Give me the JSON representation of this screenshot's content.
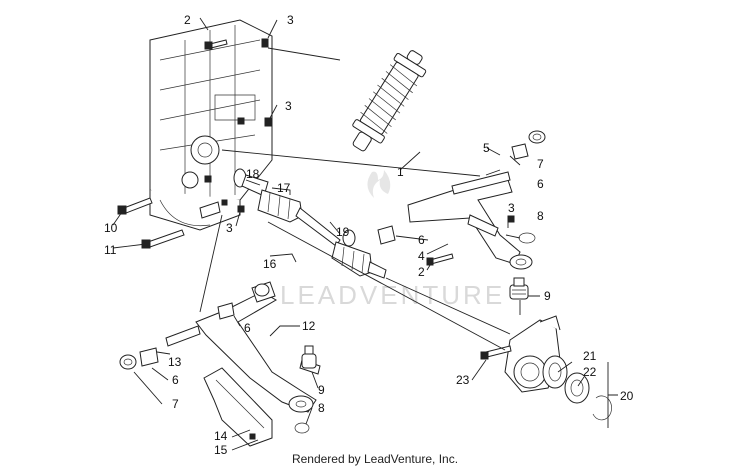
{
  "callouts": {
    "c1": "1",
    "c2a": "2",
    "c2b": "2",
    "c3a": "3",
    "c3b": "3",
    "c3c": "3",
    "c3d": "3",
    "c4": "4",
    "c5": "5",
    "c6a": "6",
    "c6b": "6",
    "c6c": "6",
    "c6d": "6",
    "c7a": "7",
    "c7b": "7",
    "c8a": "8",
    "c8b": "8",
    "c9a": "9",
    "c9b": "9",
    "c10": "10",
    "c11": "11",
    "c12": "12",
    "c13": "13",
    "c14": "14",
    "c15": "15",
    "c16": "16",
    "c17": "17",
    "c18": "18",
    "c19": "19",
    "c20": "20",
    "c21": "21",
    "c22": "22",
    "c23": "23"
  },
  "watermark": "LEADVENTURE",
  "footer": "Rendered by LeadVenture, Inc."
}
